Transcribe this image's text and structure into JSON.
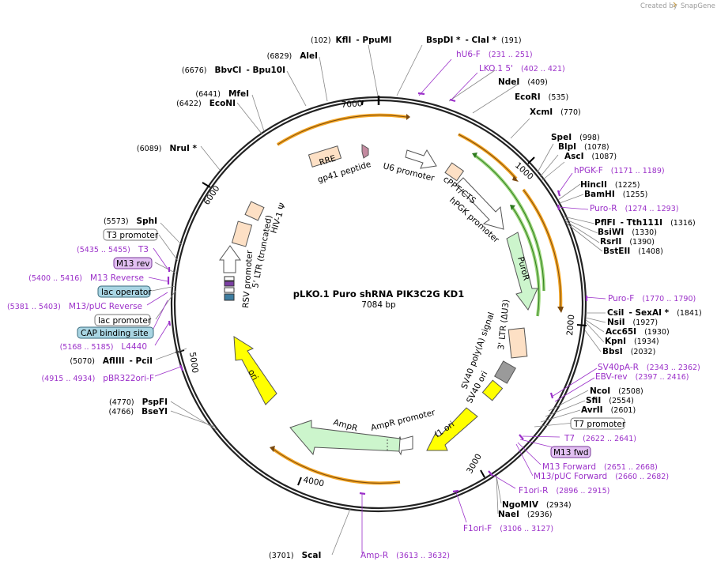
{
  "app": {
    "created_by": "Created by",
    "brand": "SnapGene"
  },
  "plasmid": {
    "name": "pLKO.1 Puro shRNA PIK3C2G KD1",
    "size": "7084 bp"
  },
  "ticks": [
    "1000",
    "2000",
    "3000",
    "4000",
    "5000",
    "6000",
    "7000"
  ],
  "features": [
    {
      "name": "RRE",
      "type": "box"
    },
    {
      "name": "gp41 peptide",
      "type": "small"
    },
    {
      "name": "U6 promoter",
      "type": "promoter"
    },
    {
      "name": "cPPT/CTS",
      "type": "box"
    },
    {
      "name": "hPGK promoter",
      "type": "promoter"
    },
    {
      "name": "PuroR",
      "type": "gene"
    },
    {
      "name": "3' LTR (ΔU3)",
      "type": "box"
    },
    {
      "name": "SV40 poly(A) signal",
      "type": "box"
    },
    {
      "name": "SV40 ori",
      "type": "ori"
    },
    {
      "name": "f1 ori",
      "type": "ori"
    },
    {
      "name": "AmpR promoter",
      "type": "promoter"
    },
    {
      "name": "AmpR",
      "type": "gene"
    },
    {
      "name": "ori",
      "type": "ori"
    },
    {
      "name": "RSV promoter",
      "type": "promoter"
    },
    {
      "name": "5' LTR (truncated)",
      "type": "box"
    },
    {
      "name": "HIV-1 Ψ",
      "type": "box"
    }
  ],
  "labels": {
    "l1": {
      "pos": "(102)",
      "name": "KflI",
      "extra": "- PpuMI"
    },
    "l2": {
      "name": "BspDI *",
      "extra": "- ClaI *",
      "pos": "(191)"
    },
    "l3": {
      "name": "hU6-F",
      "pos": "(231 .. 251)"
    },
    "l4": {
      "name": "LKO.1 5'",
      "pos": "(402 .. 421)"
    },
    "l5": {
      "name": "NdeI",
      "pos": "(409)"
    },
    "l6": {
      "name": "EcoRI",
      "pos": "(535)"
    },
    "l7": {
      "name": "XcmI",
      "pos": "(770)"
    },
    "l8": {
      "name": "SpeI",
      "pos": "(998)"
    },
    "l9": {
      "name": "BlpI",
      "pos": "(1078)"
    },
    "l10": {
      "name": "AscI",
      "pos": "(1087)"
    },
    "l11": {
      "name": "hPGK-F",
      "pos": "(1171 .. 1189)"
    },
    "l12": {
      "name": "HincII",
      "pos": "(1225)"
    },
    "l13": {
      "name": "BamHI",
      "pos": "(1255)"
    },
    "l14": {
      "name": "Puro-R",
      "pos": "(1274 .. 1293)"
    },
    "l15": {
      "name": "PflFI",
      "extra": "- Tth111I",
      "pos": "(1316)"
    },
    "l16": {
      "name": "BsiWI",
      "pos": "(1330)"
    },
    "l17": {
      "name": "RsrII",
      "pos": "(1390)"
    },
    "l18": {
      "name": "BstEII",
      "pos": "(1408)"
    },
    "l19": {
      "name": "Puro-F",
      "pos": "(1770 .. 1790)"
    },
    "l20": {
      "name": "CsiI",
      "extra": "- SexAI *",
      "pos": "(1841)"
    },
    "l21": {
      "name": "NsiI",
      "pos": "(1927)"
    },
    "l22": {
      "name": "Acc65I",
      "pos": "(1930)"
    },
    "l23": {
      "name": "KpnI",
      "pos": "(1934)"
    },
    "l24": {
      "name": "BbsI",
      "pos": "(2032)"
    },
    "l25": {
      "name": "SV40pA-R",
      "pos": "(2343 .. 2362)"
    },
    "l26": {
      "name": "EBV-rev",
      "pos": "(2397 .. 2416)"
    },
    "l27": {
      "name": "NcoI",
      "pos": "(2508)"
    },
    "l28": {
      "name": "SfiI",
      "pos": "(2554)"
    },
    "l29": {
      "name": "AvrII",
      "pos": "(2601)"
    },
    "l30": {
      "name": "T7 promoter"
    },
    "l31": {
      "name": "T7",
      "pos": "(2622 .. 2641)"
    },
    "l32": {
      "name": "M13 fwd"
    },
    "l33": {
      "name": "M13 Forward",
      "pos": "(2651 .. 2668)"
    },
    "l34": {
      "name": "M13/pUC Forward",
      "pos": "(2660 .. 2682)"
    },
    "l35": {
      "name": "F1ori-R",
      "pos": "(2896 .. 2915)"
    },
    "l36": {
      "name": "NgoMIV",
      "pos": "(2934)"
    },
    "l37": {
      "name": "NaeI",
      "pos": "(2936)"
    },
    "l38": {
      "name": "F1ori-F",
      "pos": "(3106 .. 3127)"
    },
    "l39": {
      "name": "Amp-R",
      "pos": "(3613 .. 3632)"
    },
    "l40": {
      "pos": "(3701)",
      "name": "ScaI"
    },
    "l41": {
      "pos": "(4770)",
      "name": "PspFI"
    },
    "l42": {
      "pos": "(4766)",
      "name": "BseYI"
    },
    "l43": {
      "pos": "(4915 .. 4934)",
      "name": "pBR322ori-F"
    },
    "l44": {
      "pos": "(5070)",
      "name": "AflIII",
      "extra": "- PciI"
    },
    "l45": {
      "pos": "(5168 .. 5185)",
      "name": "L4440"
    },
    "l46": {
      "name": "CAP binding site"
    },
    "l47": {
      "name": "lac promoter"
    },
    "l48": {
      "pos": "(5381 .. 5403)",
      "name": "M13/pUC Reverse"
    },
    "l49": {
      "name": "lac operator"
    },
    "l50": {
      "pos": "(5400 .. 5416)",
      "name": "M13 Reverse"
    },
    "l51": {
      "name": "M13 rev"
    },
    "l52": {
      "pos": "(5435 .. 5455)",
      "name": "T3"
    },
    "l53": {
      "name": "T3 promoter"
    },
    "l54": {
      "pos": "(5573)",
      "name": "SphI"
    },
    "l55": {
      "pos": "(6089)",
      "name": "NruI *"
    },
    "l56": {
      "pos": "(6422)",
      "name": "EcoNI"
    },
    "l57": {
      "pos": "(6441)",
      "name": "MfeI"
    },
    "l58": {
      "pos": "(6676)",
      "name": "BbvCI",
      "extra": "- Bpu10I"
    },
    "l59": {
      "pos": "(6829)",
      "name": "AleI"
    }
  },
  "colors": {
    "primer": "#9b30c9",
    "ori": "#ffff00",
    "gene": "#ccf5cc",
    "misc_box": "#fde0c5",
    "orange_arc": "#f5a623",
    "green_arc": "#3a9a2c",
    "promoter": "#ffffff",
    "operator": "#a9d5e3"
  }
}
